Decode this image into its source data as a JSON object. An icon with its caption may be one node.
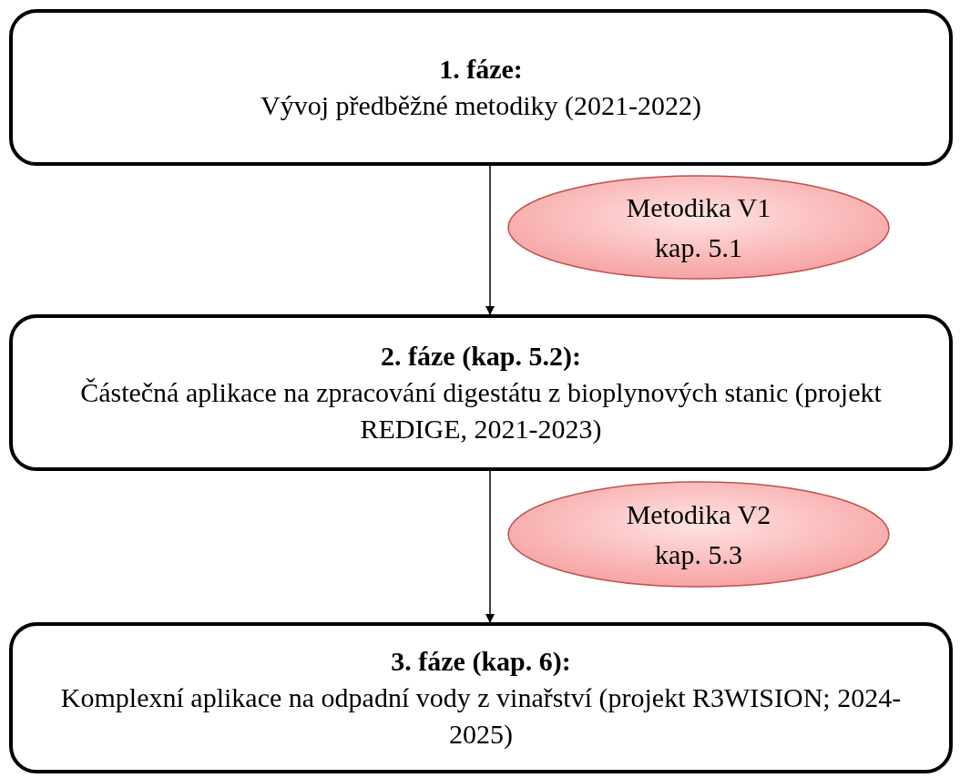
{
  "diagram": {
    "nodes": [
      {
        "text": [
          "1. fáze:",
          "Vývoj předběžné metodiky (2021-2022)"
        ]
      },
      {
        "text": [
          "Metodika V1 kap. 5.1"
        ]
      },
      {
        "text": [
          "2. fáze (kap. 5.2):",
          "Částečná aplikace na zpracování digestátu z bioplynových stanic (projekt REDIGE, 2021-2023)"
        ]
      },
      {
        "text": [
          "Metodika V2 kap. 5.3"
        ]
      },
      {
        "text": [
          "3. fáze (kap. 6):",
          "Komplexní aplikace na odpadní vody z vinařství (projekt R3WISION; 2024-2025)"
        ]
      }
    ],
    "edges": [
      {
        "from": 0,
        "to": 2,
        "arrow": "to"
      },
      {
        "from": 2,
        "to": 4,
        "arrow": "to"
      }
    ]
  }
}
